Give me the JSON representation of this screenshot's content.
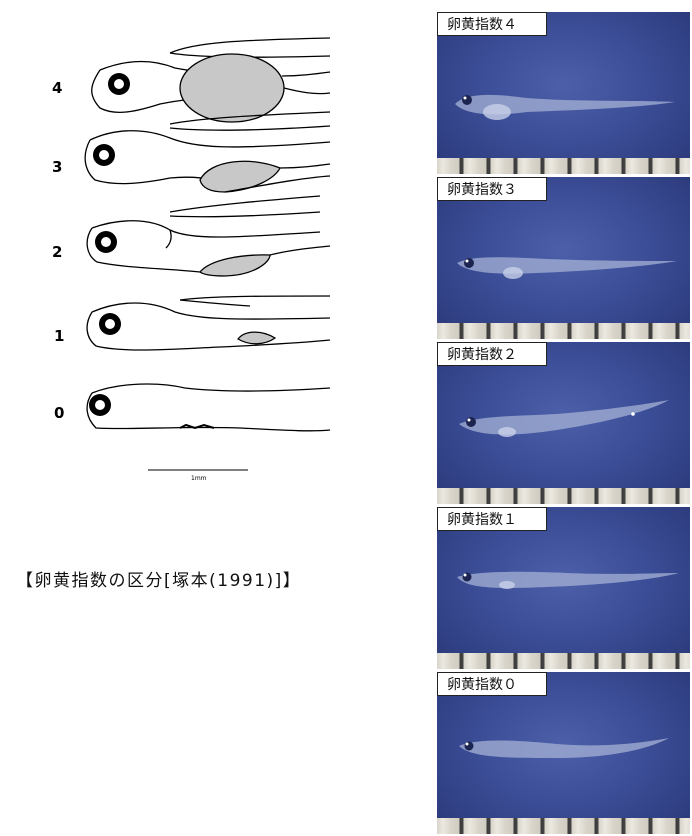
{
  "diagram": {
    "stage_numbers": [
      "4",
      "3",
      "2",
      "1",
      "0"
    ],
    "scale_label": "1mm",
    "caption": "【卵黄指数の区分[塚本(1991)]】"
  },
  "photos": [
    {
      "label": "卵黄指数４",
      "yolk_index": 4
    },
    {
      "label": "卵黄指数３",
      "yolk_index": 3
    },
    {
      "label": "卵黄指数２",
      "yolk_index": 2
    },
    {
      "label": "卵黄指数１",
      "yolk_index": 1
    },
    {
      "label": "卵黄指数０",
      "yolk_index": 0
    }
  ],
  "colors": {
    "yolk_fill": "#c8c8c8",
    "photo_background": "#3c4e98"
  }
}
